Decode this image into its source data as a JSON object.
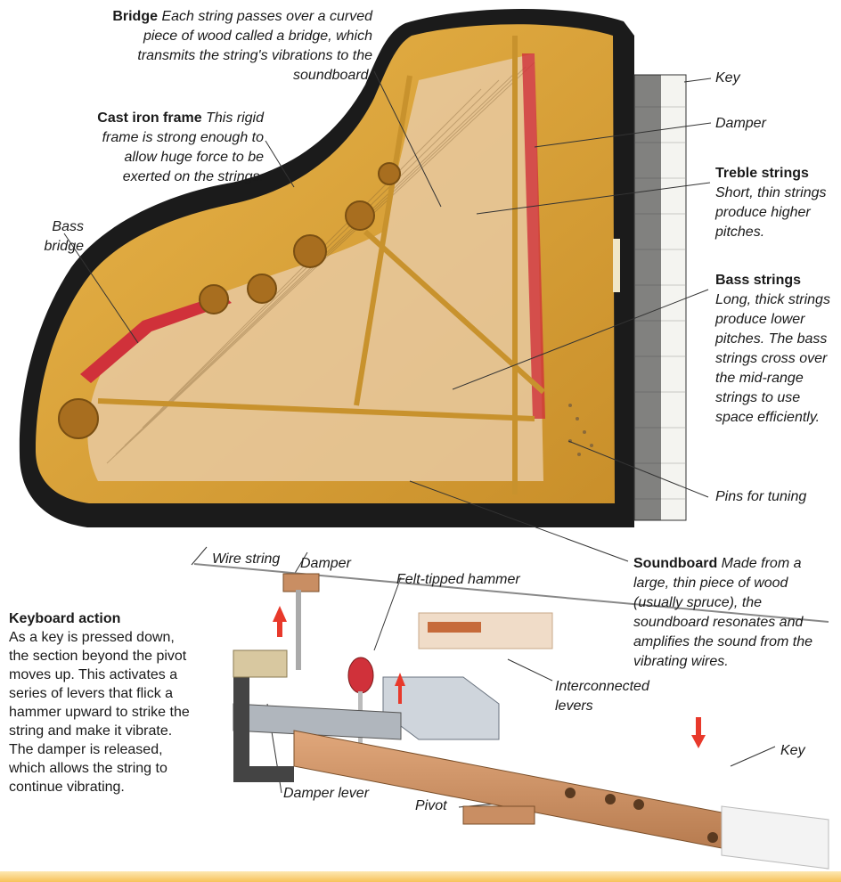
{
  "labels": {
    "bridge": {
      "title": "Bridge",
      "text": "Each string passes over a curved piece of wood called a bridge, which transmits the string's vibrations to the soundboard."
    },
    "cast_iron_frame": {
      "title": "Cast iron frame",
      "text": "This rigid frame is strong enough to allow huge force to be exerted on the strings."
    },
    "bass_bridge": {
      "line1": "Bass",
      "line2": "bridge"
    },
    "key_top": "Key",
    "damper_top": "Damper",
    "treble_strings": {
      "title": "Treble strings",
      "text": "Short, thin strings produce higher pitches."
    },
    "bass_strings": {
      "title": "Bass strings",
      "text": "Long, thick strings produce lower pitches. The bass strings cross over the mid-range strings to use space efficiently."
    },
    "pins": "Pins for tuning",
    "soundboard": {
      "title": "Soundboard",
      "text": "Made from a large, thin piece of wood (usually spruce), the soundboard resonates and amplifies the sound from the vibrating wires."
    },
    "wire_string": "Wire string",
    "damper_action": "Damper",
    "felt_hammer": "Felt-tipped hammer",
    "interconnected": {
      "line1": "Interconnected",
      "line2": "levers"
    },
    "key_action": "Key",
    "damper_lever": "Damper lever",
    "pivot": "Pivot"
  },
  "keyboard_action": {
    "title": "Keyboard action",
    "text": "As a key is pressed down, the section beyond the pivot moves up. This activates a series of levers that flick a hammer upward to strike the string and make it vibrate. The damper is released, which allows the string to continue vibrating."
  },
  "colors": {
    "frame_gold": "#d9a53a",
    "case_black": "#1b1b1b",
    "soundboard": "#e8c9a0",
    "felt_red": "#d0313a",
    "arrow_red": "#e8392b",
    "wood": "#c98e63"
  }
}
